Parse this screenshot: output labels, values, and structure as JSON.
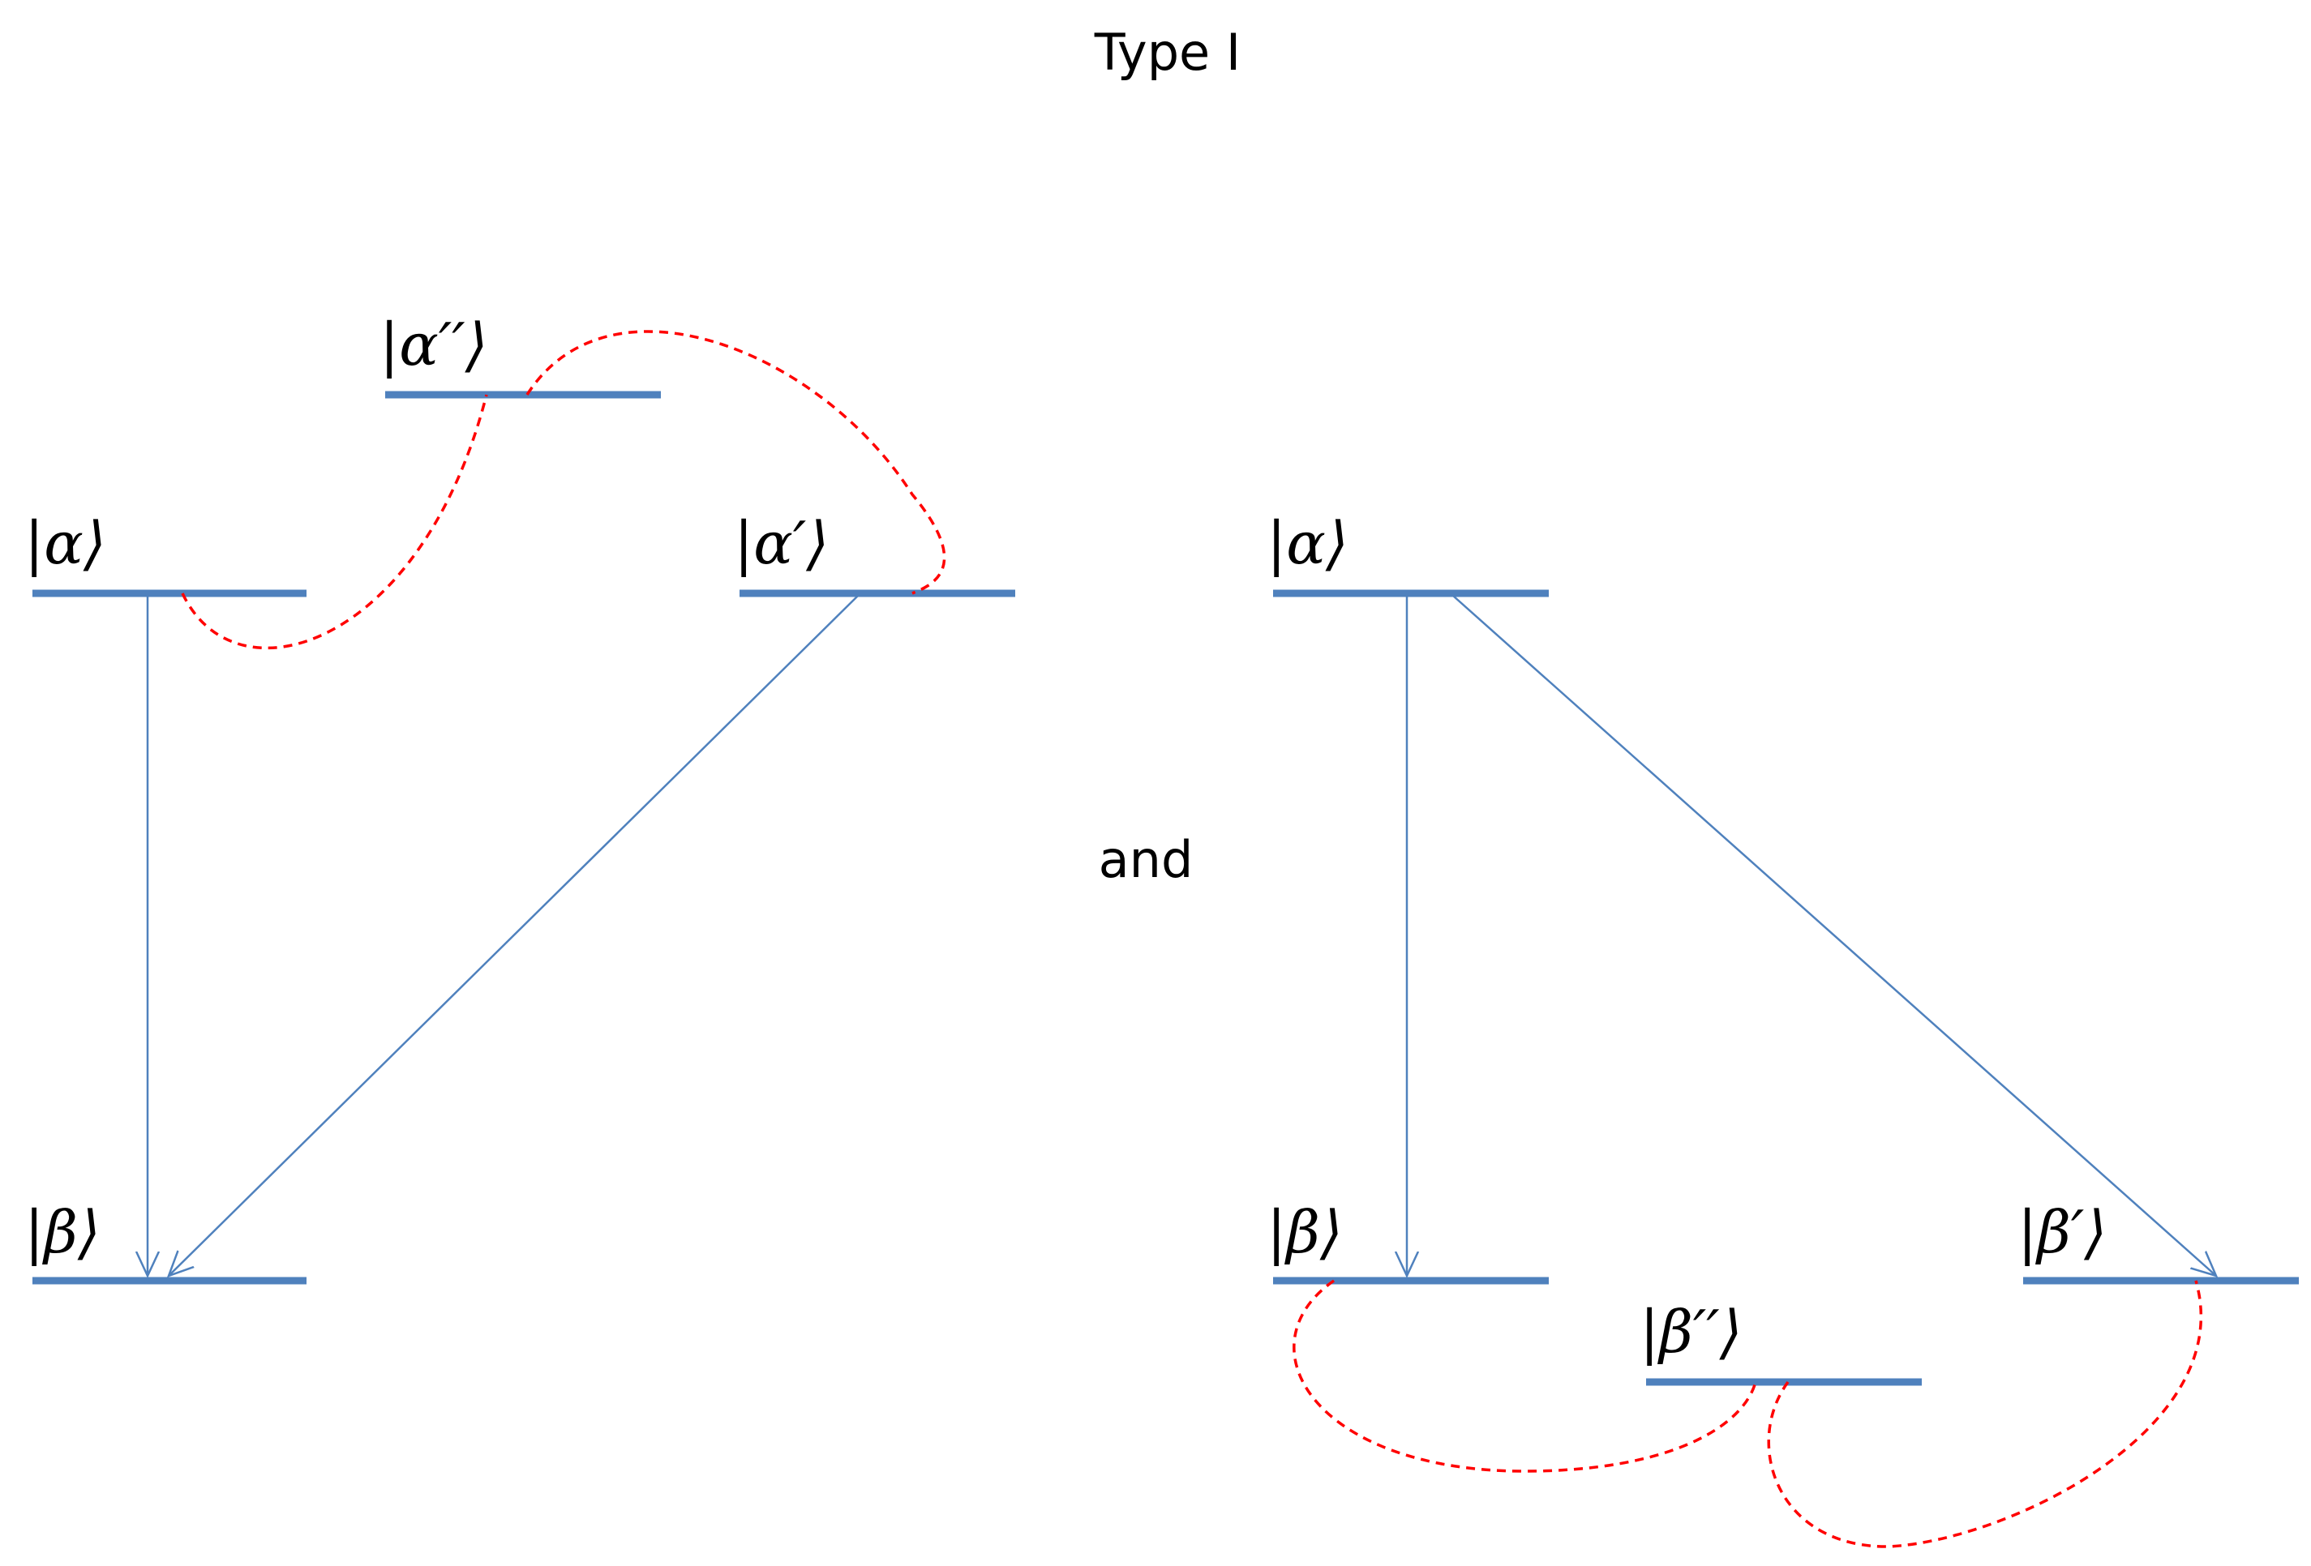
{
  "title": "Type I",
  "connector": "and",
  "colors": {
    "level": "#4f81bd",
    "transition": "#4f81bd",
    "coupling": "#ff0000"
  },
  "left": {
    "ket_alpha": "|α⟩",
    "ket_alpha_double_prime": "|α′′⟩",
    "ket_alpha_prime": "|α′⟩",
    "ket_beta": "|β⟩"
  },
  "right": {
    "ket_alpha": "|α⟩",
    "ket_beta": "|β⟩",
    "ket_beta_prime": "|β′⟩",
    "ket_beta_double_prime": "|β′′⟩"
  }
}
